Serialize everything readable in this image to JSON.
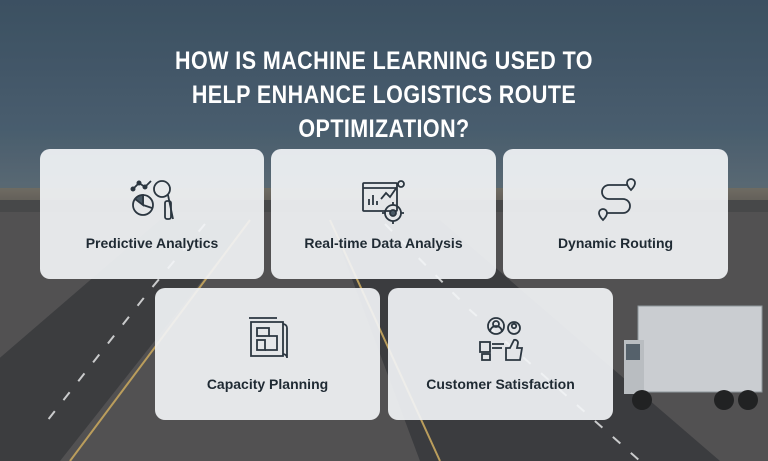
{
  "title": {
    "line1": "HOW IS MACHINE LEARNING USED TO",
    "line2": "HELP ENHANCE LOGISTICS ROUTE OPTIMIZATION?"
  },
  "cards": [
    {
      "label": "Predictive Analytics",
      "icon": "analytics-magnifier-icon"
    },
    {
      "label": "Real-time Data Analysis",
      "icon": "dashboard-gear-icon"
    },
    {
      "label": "Dynamic Routing",
      "icon": "route-path-icon"
    },
    {
      "label": "Capacity Planning",
      "icon": "blueprint-plan-icon"
    },
    {
      "label": "Customer Satisfaction",
      "icon": "customer-thumbs-up-icon"
    }
  ],
  "colors": {
    "icon_stroke": "#2b3640",
    "icon_accent": "#4a5a66",
    "card_bg": "#f2f4f6",
    "text": "#1f2a33"
  }
}
